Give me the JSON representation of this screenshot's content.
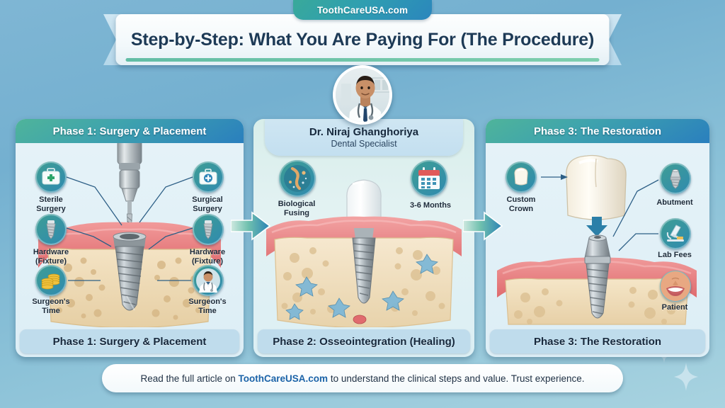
{
  "header": {
    "tab_label": "ToothCareUSA.com",
    "title": "Step-by-Step: What You Are Paying For (The Procedure)"
  },
  "doctor": {
    "name": "Dr. Niraj Ghanghoriya",
    "role": "Dental Specialist",
    "avatar_icon": "dentist-portrait-photo"
  },
  "panels": [
    {
      "id": "phase-1",
      "header": "Phase 1: Surgery & Placement",
      "footer": "Phase 1: Surgery & Placement",
      "illustration": "dental-implant-drill-in-jawbone",
      "badges": [
        {
          "label": "Sterile\nSurgery",
          "label_lines": [
            "Sterile",
            "Surgery"
          ],
          "icon": "first-aid-kit-icon",
          "side": "left"
        },
        {
          "label": "Hardware\n(Fixture)",
          "label_lines": [
            "Hardware",
            "(Fixture)"
          ],
          "icon": "implant-screw-icon",
          "side": "left"
        },
        {
          "label": "Surgeon's\nTime",
          "label_lines": [
            "Surgeon's",
            "Time"
          ],
          "icon": "gold-coins-icon",
          "side": "left"
        },
        {
          "label": "Surgical\nSurgery",
          "label_lines": [
            "Surgical",
            "Surgery"
          ],
          "icon": "medical-bag-icon",
          "side": "right"
        },
        {
          "label": "Hardware\n(Fixture)",
          "label_lines": [
            "Hardware",
            "(Fixture)"
          ],
          "icon": "implant-screw-icon",
          "side": "right"
        },
        {
          "label": "Surgeon's\nTime",
          "label_lines": [
            "Surgeon's",
            "Time"
          ],
          "icon": "surgeon-avatar-icon",
          "side": "right"
        }
      ]
    },
    {
      "id": "phase-2",
      "header": "",
      "footer": "Phase 2: Osseointegration (Healing)",
      "illustration": "healing-implant-bone-cells",
      "badges": [
        {
          "label_lines": [
            "Biological",
            "Fusing"
          ],
          "icon": "bone-cell-biology-icon",
          "side": "left"
        },
        {
          "label_lines": [
            "3-6 Months"
          ],
          "icon": "calendar-icon",
          "side": "right"
        }
      ]
    },
    {
      "id": "phase-3",
      "header": "Phase 3: The Restoration",
      "footer": "Phase 3: The Restoration",
      "illustration": "crown-abutment-implant-restoration",
      "badges": [
        {
          "label_lines": [
            "Custom",
            "Crown"
          ],
          "icon": "tooth-crown-icon",
          "side": "left"
        },
        {
          "label_lines": [
            "Abutment"
          ],
          "icon": "abutment-post-icon",
          "side": "right"
        },
        {
          "label_lines": [
            "Lab Fees"
          ],
          "icon": "microscope-icon",
          "side": "right"
        },
        {
          "label_lines": [
            "Patient"
          ],
          "icon": "smiling-mouth-icon",
          "side": "right"
        }
      ]
    }
  ],
  "flow_arrows": [
    {
      "name": "arrow-phase1-to-phase2"
    },
    {
      "name": "arrow-phase2-to-phase3"
    }
  ],
  "footer": {
    "text_before": "Read the full article on ",
    "link": "ToothCareUSA.com",
    "text_after": " to understand the clinical steps and value. Trust experience."
  },
  "colors": {
    "background_top": "#7fb6d4",
    "background_bottom": "#a8d3e0",
    "header_teal": "#39a99a",
    "header_blue": "#2b86bd",
    "panel_bg": "#e6f3f8",
    "panel_footer_bg": "#bfdcec",
    "title_text": "#1d3a56",
    "link_blue": "#1b63a8",
    "badge_gradient_start": "#3f9e94",
    "badge_gradient_end": "#2f8ab0"
  }
}
